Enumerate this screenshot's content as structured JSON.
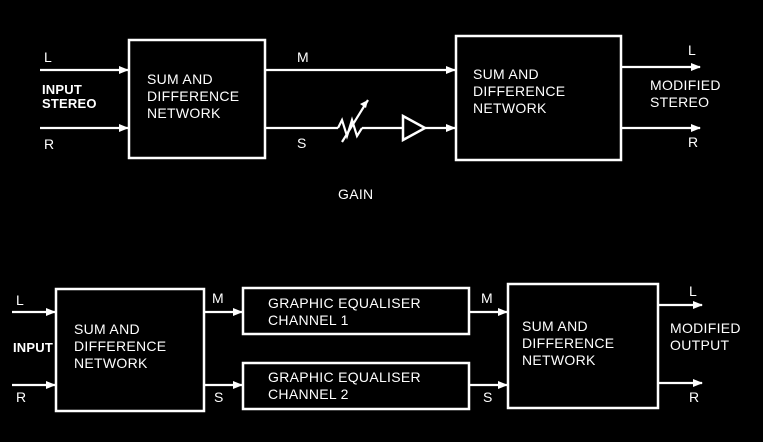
{
  "top": {
    "input_l": "L",
    "input_r": "R",
    "input_label": [
      "INPUT",
      "STEREO"
    ],
    "sum_diff_1": [
      "SUM AND",
      "DIFFERENCE",
      "NETWORK"
    ],
    "m_label": "M",
    "s_label": "S",
    "gain_label": "GAIN",
    "sum_diff_2": [
      "SUM AND",
      "DIFFERENCE",
      "NETWORK"
    ],
    "out_l": "L",
    "out_r": "R",
    "output_label": [
      "MODIFIED",
      "STEREO"
    ]
  },
  "bottom": {
    "input_l": "L",
    "input_r": "R",
    "input_label": "INPUT",
    "sum_diff_1": [
      "SUM AND",
      "DIFFERENCE",
      "NETWORK"
    ],
    "m_label_in": "M",
    "s_label_in": "S",
    "eq1": [
      "GRAPHIC EQUALISER",
      "CHANNEL 1"
    ],
    "eq2": [
      "GRAPHIC EQUALISER",
      "CHANNEL 2"
    ],
    "m_label_out": "M",
    "s_label_out": "S",
    "sum_diff_2": [
      "SUM AND",
      "DIFFERENCE",
      "NETWORK"
    ],
    "out_l": "L",
    "out_r": "R",
    "output_label": [
      "MODIFIED",
      "OUTPUT"
    ]
  }
}
